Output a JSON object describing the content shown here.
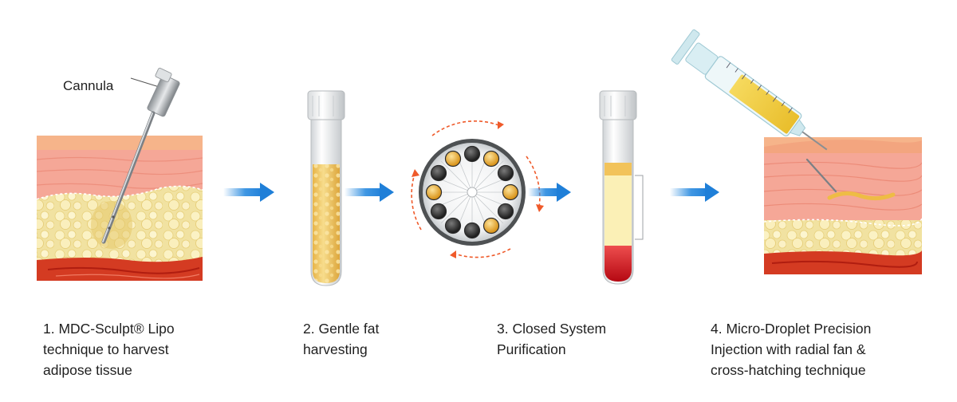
{
  "labels": {
    "cannula": "Cannula"
  },
  "steps": [
    {
      "lines": [
        "1. MDC-Sculpt® Lipo",
        "technique to harvest",
        "adipose tissue"
      ]
    },
    {
      "lines": [
        "2. Gentle fat",
        "harvesting"
      ]
    },
    {
      "lines": [
        "3. Closed System",
        "Purification"
      ]
    },
    {
      "lines": [
        "4. Micro-Droplet Precision",
        "Injection with radial fan &",
        "cross-hatching technique"
      ]
    }
  ],
  "icons": {
    "arrow": "arrow-right-icon",
    "skin_cross_section": "tissue-cross-section-icon",
    "test_tube": "test-tube-icon",
    "centrifuge": "centrifuge-rotor-icon",
    "syringe": "syringe-icon"
  },
  "colors": {
    "arrow_blue": "#2a8be0",
    "skin_top": "#f6b48a",
    "dermis": "#f5a797",
    "fat": "#f3e6a5",
    "muscle": "#d43b22",
    "fat_yellow": "#eec45a",
    "blood_red": "#c8101a",
    "rotation_orange": "#ef5a2a"
  }
}
